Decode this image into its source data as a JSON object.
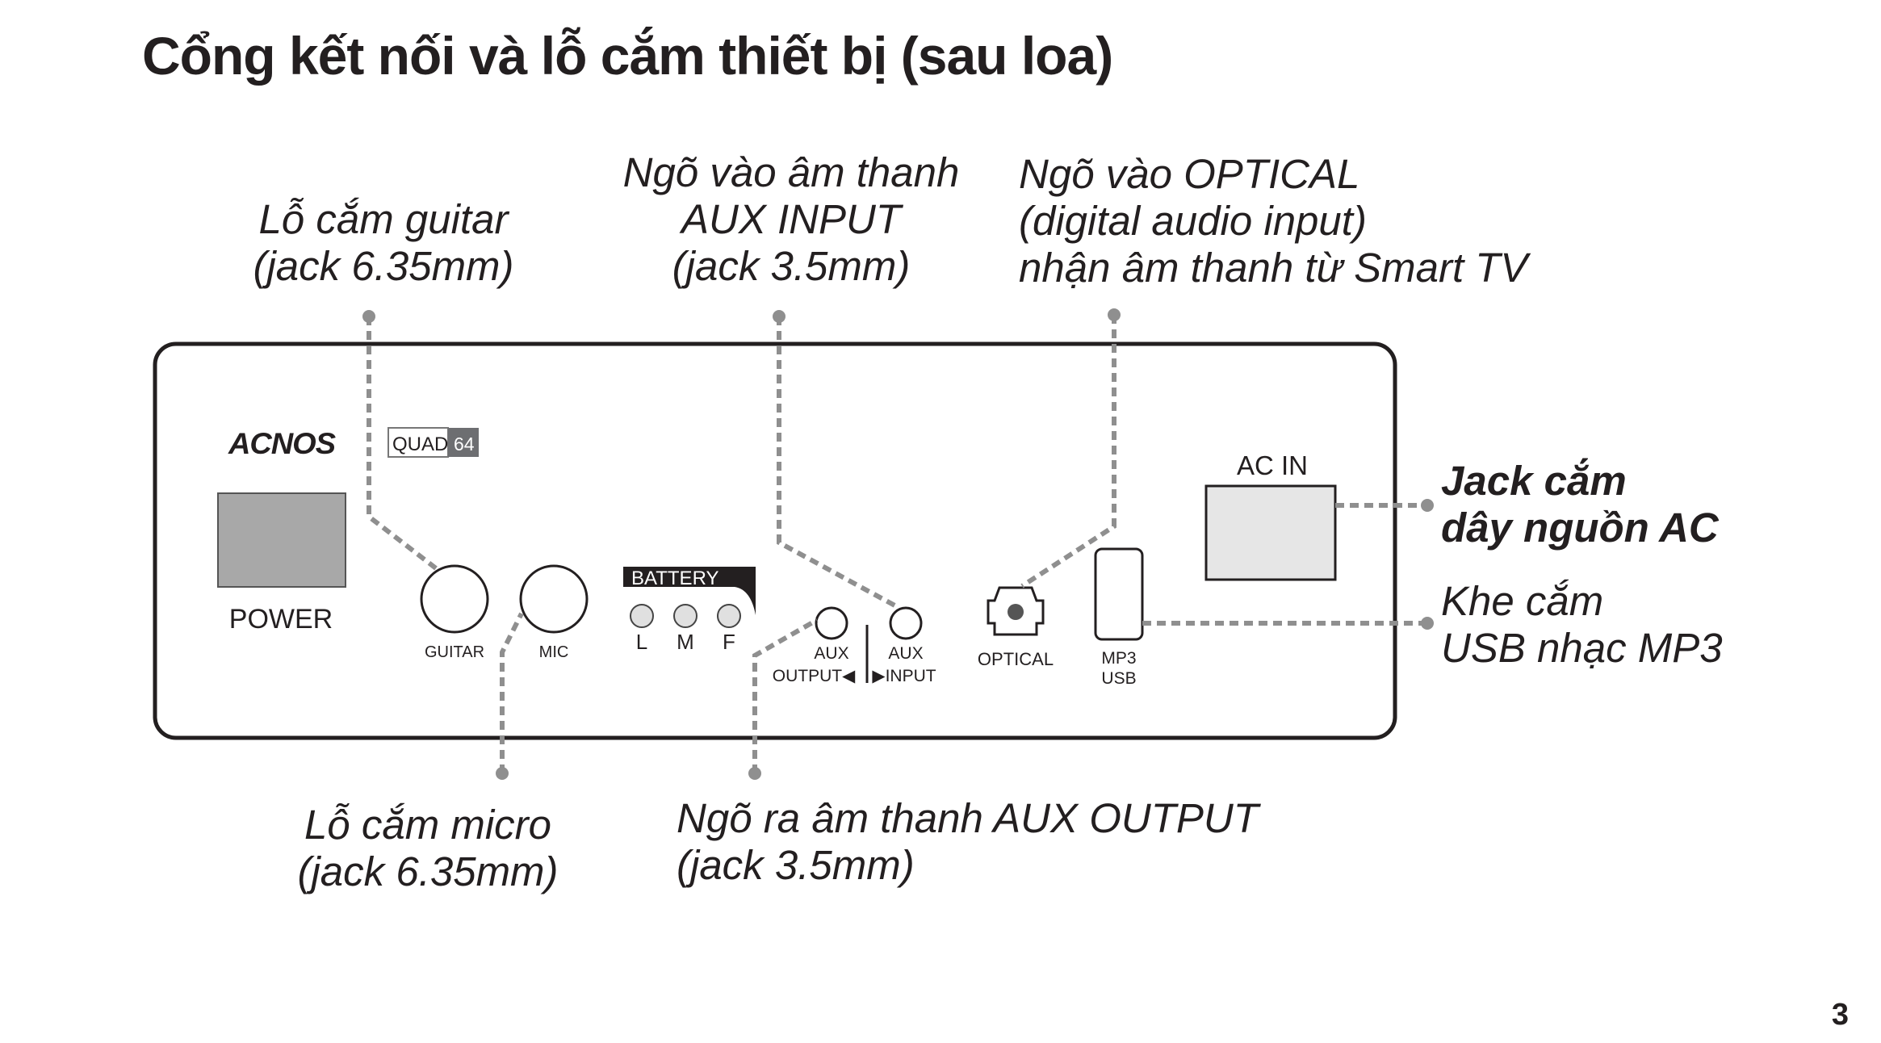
{
  "page": {
    "title": "Cổng kết nối và lỗ cắm thiết bị (sau loa)",
    "page_number": "3"
  },
  "callouts": {
    "guitar": {
      "line1": "Lỗ cắm guitar",
      "line2": "(jack 6.35mm)"
    },
    "aux_input": {
      "line1": "Ngõ vào âm thanh",
      "line2": "AUX INPUT",
      "line3": "(jack 3.5mm)"
    },
    "optical": {
      "line1": "Ngõ vào OPTICAL",
      "line2": "(digital audio input)",
      "line3": "nhận âm thanh từ Smart TV"
    },
    "ac_jack": {
      "line1": "Jack cắm",
      "line2": "dây nguồn AC"
    },
    "usb": {
      "line1": "Khe cắm",
      "line2": "USB nhạc MP3"
    },
    "mic": {
      "line1": "Lỗ cắm micro",
      "line2": "(jack 6.35mm)"
    },
    "aux_output": {
      "line1": "Ngõ ra âm thanh AUX OUTPUT",
      "line2": "(jack 3.5mm)"
    }
  },
  "panel": {
    "brand": "ACNOS",
    "model_text": "QUAD",
    "model_number": "64",
    "power_label": "POWER",
    "guitar_label": "GUITAR",
    "mic_label": "MIC",
    "battery_label": "BATTERY",
    "battery_levels": [
      "L",
      "M",
      "F"
    ],
    "aux_output_line1": "AUX",
    "aux_output_line2": "OUTPUT◀",
    "aux_input_line1": "AUX",
    "aux_input_line2": "▶INPUT",
    "optical_label": "OPTICAL",
    "mp3_line1": "MP3",
    "mp3_line2": "USB",
    "ac_in_label": "AC IN"
  },
  "colors": {
    "ink": "#231f20",
    "leader": "#8f8f8f",
    "power_switch": "#a8a8a8",
    "ac_socket": "#e6e6e6",
    "led": "#e0e0e0"
  },
  "icons": [
    "acnos-logo",
    "quad64-badge",
    "power-switch-icon",
    "jack-icon",
    "optical-port-icon",
    "usb-slot-icon",
    "ac-socket-icon"
  ]
}
